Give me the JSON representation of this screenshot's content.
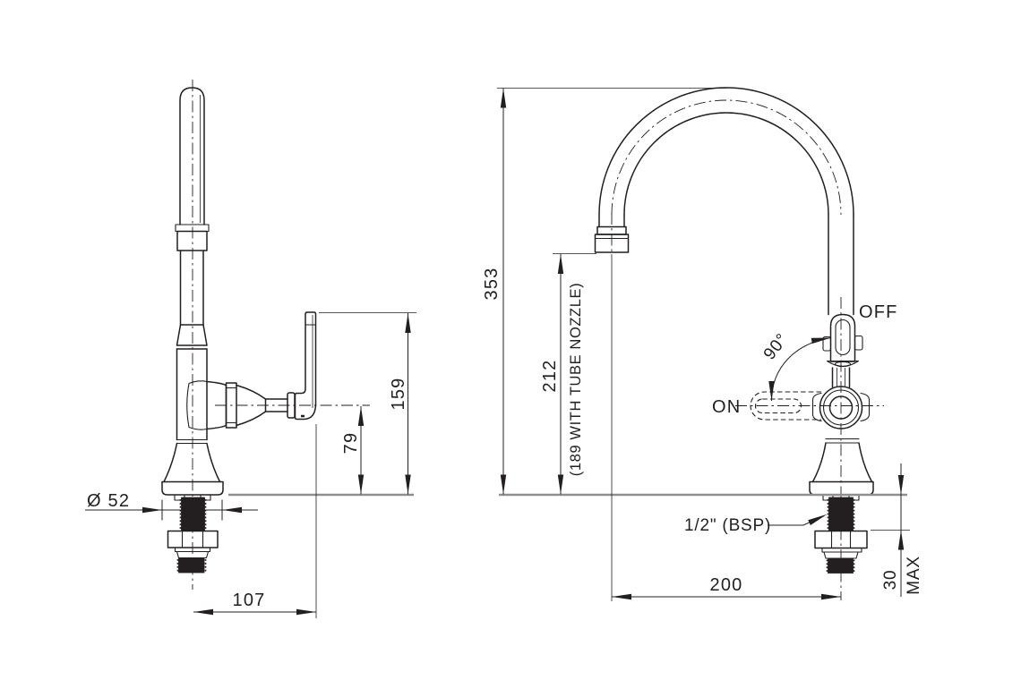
{
  "drawing": {
    "description": "Monobloc sink tap technical drawing, side and front elevations with dimensions in mm",
    "colors": {
      "line": "#231f20",
      "counter_line": "#8f8f8f",
      "background": "#ffffff"
    },
    "side_view": {
      "diameter_label": "Ø 52",
      "handle_offset_label": "107",
      "spindle_height_label": "79",
      "handle_height_label": "159"
    },
    "front_view": {
      "overall_height_label": "353",
      "clearance_label": "212",
      "clearance_note": "(189 WITH TUBE NOZZLE)",
      "reach_label": "200",
      "deck_max_label": "30",
      "deck_max_suffix": "MAX",
      "off_label": "OFF",
      "on_label": "ON",
      "angle_label": "90°",
      "thread_label": "1/2\" (BSP)"
    }
  }
}
